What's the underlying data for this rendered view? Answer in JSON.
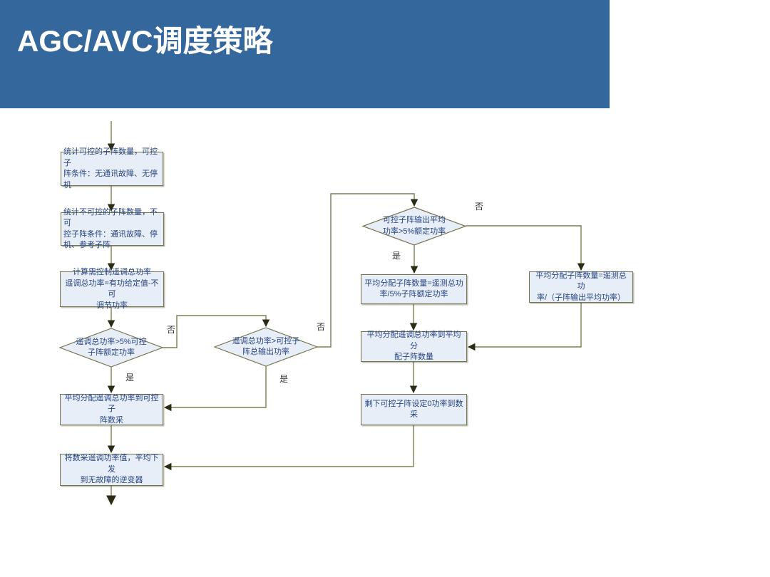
{
  "header": {
    "title": "AGC/AVC调度策略"
  },
  "colors": {
    "header_bg": "#34689C",
    "header_text": "#FFFFFF",
    "node_fill": "#E8EEF8",
    "node_border": "#75754D",
    "wire": "#7E7E52",
    "arrow_fill": "#2B2B16",
    "node_text": "#26457F",
    "label_text": "#333333"
  },
  "flowchart": {
    "nodes": {
      "count_controllable": {
        "type": "process",
        "text": "统计可控的子阵数量，可控子\n阵条件：无通讯故障、无停机"
      },
      "count_uncontrollable": {
        "type": "process",
        "text": "统计不可控的子阵数量，不可\n控子阵条件：通讯故障、停\n机、参考子阵"
      },
      "compute_total_power": {
        "type": "process",
        "text": "计算需控制遥调总功率\n遥调总功率=有功给定值-不可\n调节功率"
      },
      "decision_gt_5pct_rated": {
        "type": "decision",
        "text": "遥调总功率>5%可控\n子阵额定功率"
      },
      "decision_gt_total_output": {
        "type": "decision",
        "text": "遥调总功率>可控子\n阵总输出功率"
      },
      "decision_avg_gt_5pct": {
        "type": "decision",
        "text": "可控子阵输出平均\n功率>5%额定功率"
      },
      "avg_allocate_to_controllable": {
        "type": "process",
        "text": "平均分配遥调总功率到可控子\n阵数采"
      },
      "send_to_inverters": {
        "type": "process",
        "text": "将数采遥调功率值，平均下发\n到无故障的逆变器"
      },
      "subarray_count_by_rated": {
        "type": "process",
        "text": "平均分配子阵数量=遥测总功\n率/5%子阵额定功率"
      },
      "subarray_count_by_avg_output": {
        "type": "process",
        "text": "平均分配子阵数量=遥测总功\n率/（子阵输出平均功率）"
      },
      "avg_allocate_to_subset": {
        "type": "process",
        "text": "平均分配遥调总功率到平均分\n配子阵数量"
      },
      "set_zero_power_rest": {
        "type": "process",
        "text": "剩下可控子阵设定0功率到数采"
      }
    },
    "labels": {
      "d1_no": "否",
      "d1_yes": "是",
      "d2_no": "否",
      "d2_yes": "是",
      "d3_no": "否",
      "d3_yes": "是"
    }
  }
}
